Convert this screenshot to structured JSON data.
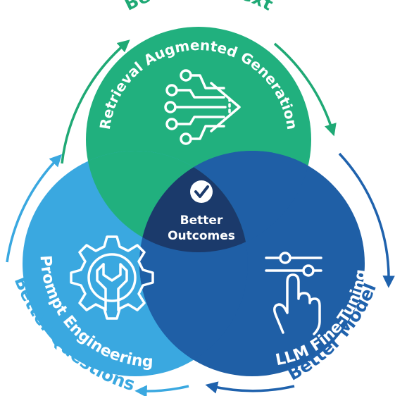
{
  "outer_labels": {
    "top": "Better Context",
    "right": "Better Model",
    "left": "Better Questions"
  },
  "circles": {
    "rag": {
      "label": "Retrieval Augmented Generation",
      "icon": "circuit-arrow-icon"
    },
    "fine_tuning": {
      "label": "LLM Fine-Tuning",
      "icon": "slider-hand-icon"
    },
    "prompt": {
      "label": "Prompt Engineering",
      "icon": "gear-wrench-icon"
    }
  },
  "center": {
    "icon": "check-circle-icon",
    "line1": "Better",
    "line2": "Outcomes"
  },
  "colors": {
    "rag_green": "#21B07E",
    "fine_tuning_blue": "#1F5FA6",
    "prompt_light_blue": "#3AA8E0",
    "center_navy": "#1B3A6B",
    "top_arc_green": "#1FA975",
    "right_arc_blue": "#1F62AD",
    "left_arc_lightblue": "#3AA8E0"
  }
}
